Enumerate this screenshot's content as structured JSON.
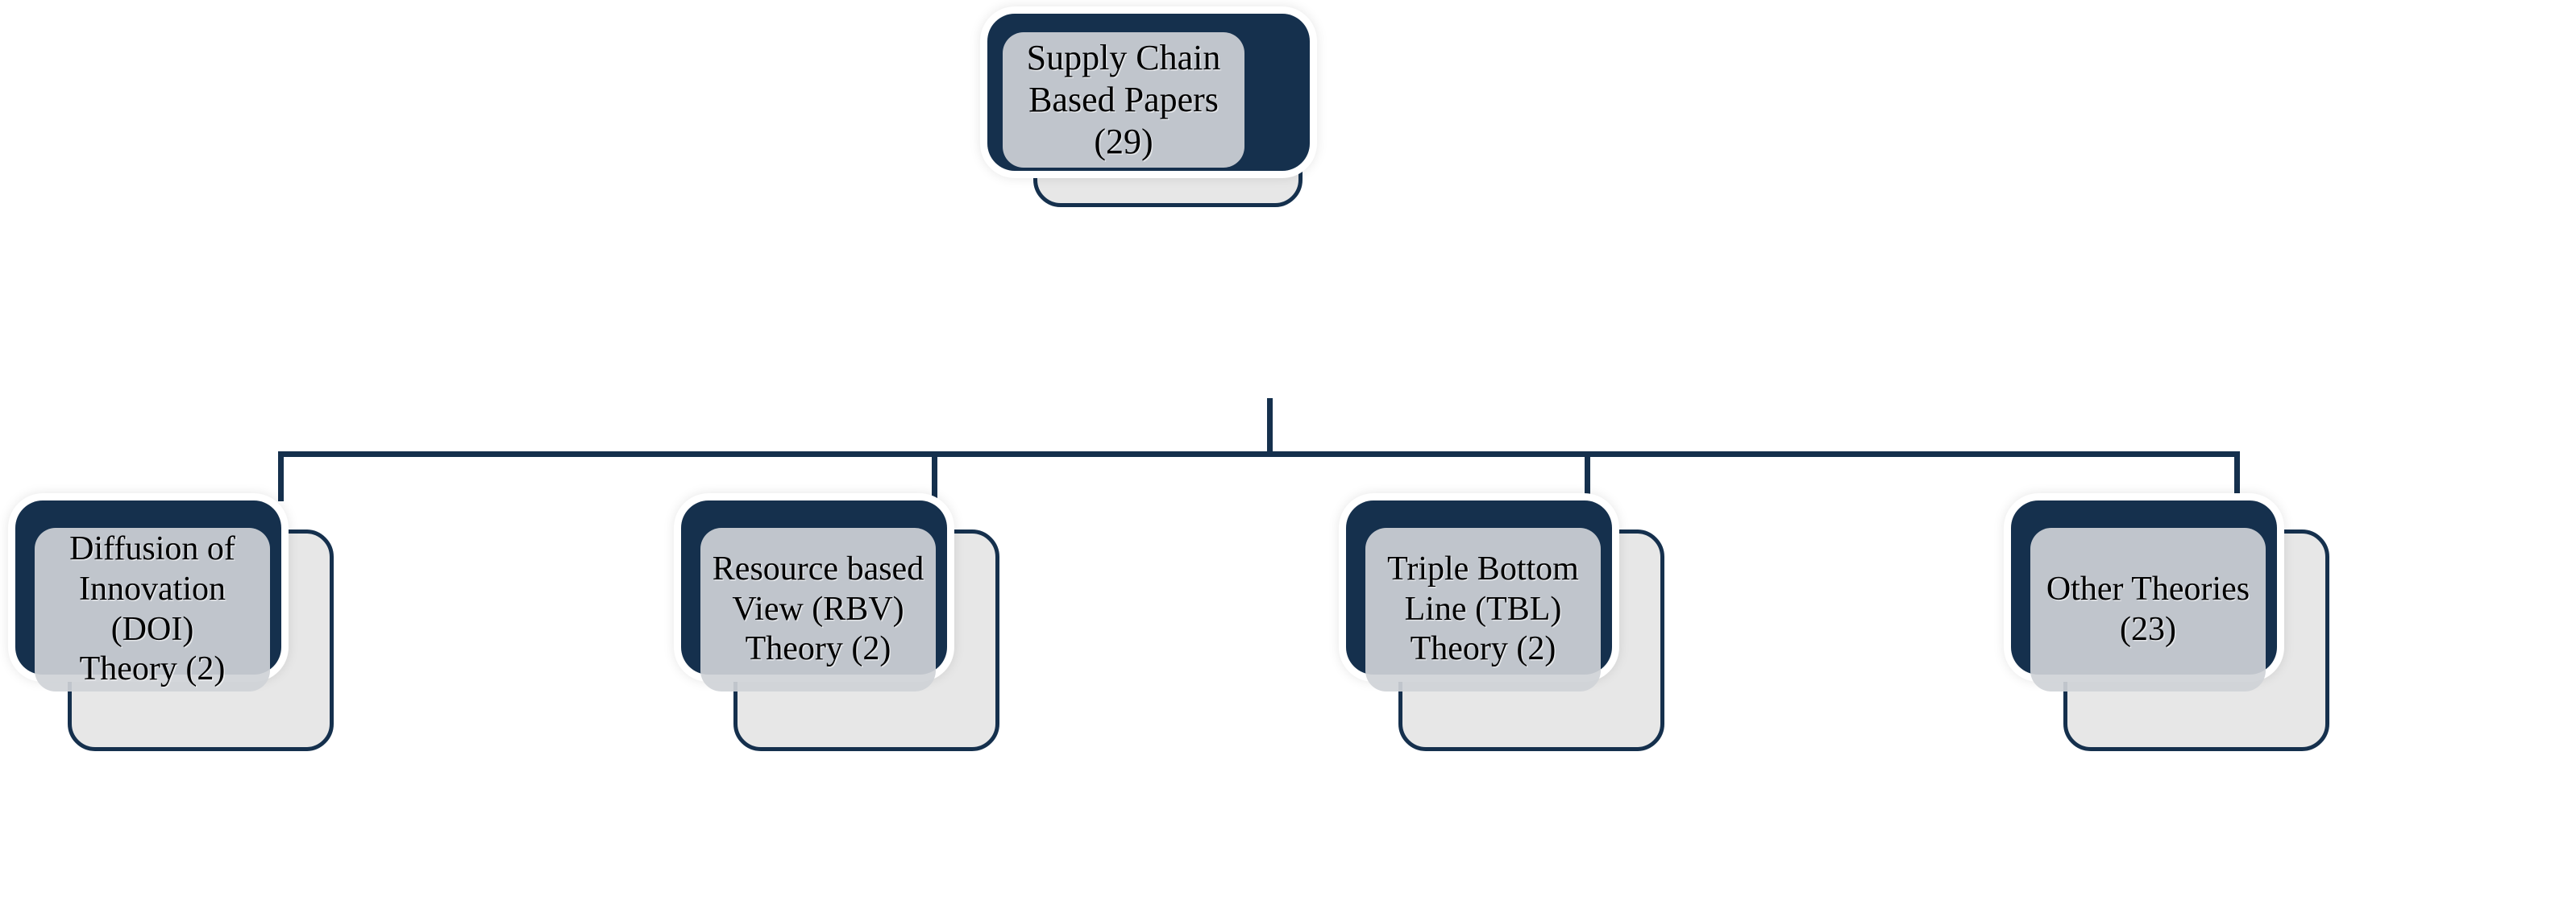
{
  "diagram": {
    "title": "Supply Chain Based Papers theory classification",
    "type": "hierarchy-tree",
    "orientation": "top-down",
    "levels": 2,
    "colors": {
      "navy": "#15304d",
      "face_gray": "#cfd3d7",
      "outline_card_gray": "#e7e7e7",
      "background": "#ffffff",
      "text": "#000000"
    }
  },
  "root": {
    "id": "supply-chain-based-papers",
    "label": "Supply Chain\nBased Papers\n(29)",
    "lines": [
      "Supply Chain",
      "Based Papers",
      "(29)"
    ],
    "name": "Supply Chain Based Papers",
    "count": 29,
    "count_text": "(29)"
  },
  "children": [
    {
      "id": "doi-theory",
      "label": "Diffusion of\nInnovation (DOI)\nTheory (2)",
      "lines": [
        "Diffusion of",
        "Innovation (DOI)",
        "Theory (2)"
      ],
      "name": "Diffusion of Innovation (DOI) Theory",
      "count": 2,
      "count_text": "(2)"
    },
    {
      "id": "rbv-theory",
      "label": "Resource based\nView (RBV)\nTheory (2)",
      "lines": [
        "Resource based",
        "View (RBV)",
        "Theory (2)"
      ],
      "name": "Resource based View (RBV) Theory",
      "count": 2,
      "count_text": "(2)"
    },
    {
      "id": "tbl-theory",
      "label": "Triple Bottom\nLine (TBL)\nTheory (2)",
      "lines": [
        "Triple Bottom",
        "Line (TBL)",
        "Theory (2)"
      ],
      "name": "Triple Bottom Line (TBL) Theory",
      "count": 2,
      "count_text": "(2)"
    },
    {
      "id": "other-theories",
      "label": "Other Theories\n(23)",
      "lines": [
        "Other Theories",
        "(23)"
      ],
      "name": "Other Theories",
      "count": 23,
      "count_text": "(23)"
    }
  ],
  "connectors": {
    "trunk_label": "root-to-branch-trunk",
    "branch_bar_label": "horizontal-branch-bar",
    "drop_labels": [
      "drop-to-doi-theory",
      "drop-to-rbv-theory",
      "drop-to-tbl-theory",
      "drop-to-other-theories"
    ]
  }
}
